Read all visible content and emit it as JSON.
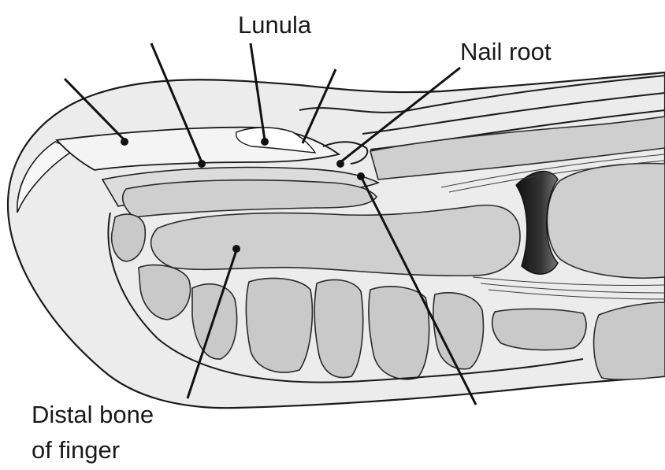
{
  "labels": {
    "lunula": "Lunula",
    "nail_root": "Nail root",
    "distal_bone_line1": "Distal bone",
    "distal_bone_line2": "of finger"
  },
  "colors": {
    "ink": "#1a1a1a",
    "tissue": "#e6e6e6",
    "nail": "#f1f1f1",
    "bone": "#cfcfcf",
    "joint_dark": "#1c1c1c"
  }
}
